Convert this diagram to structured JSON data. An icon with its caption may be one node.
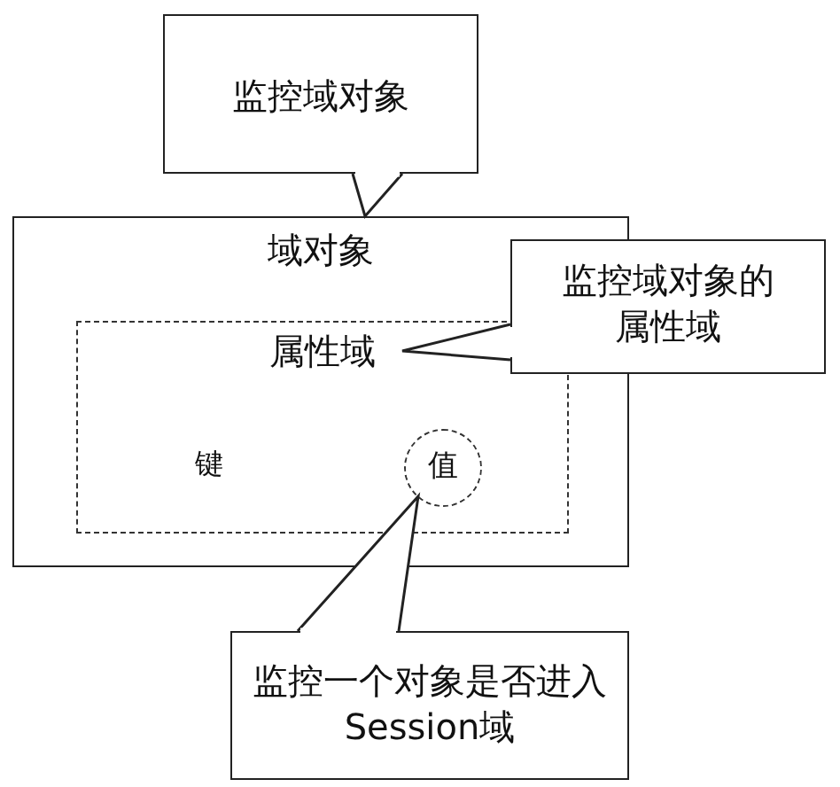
{
  "diagram": {
    "nodes": [
      {
        "text": [
          "监控域对象"
        ]
      },
      {
        "text": [
          "域对象"
        ]
      },
      {
        "text": [
          "属性域"
        ],
        "in": 1
      },
      {
        "text": [
          "值"
        ],
        "in": 2
      },
      {
        "text": [
          "监控域对象的属性域"
        ]
      },
      {
        "text": [
          "监控一个对象是否进入Session域"
        ]
      }
    ],
    "edges": [
      {
        "from": 0,
        "to": 1,
        "arrow": "none"
      },
      {
        "from": 4,
        "to": 2,
        "arrow": "none"
      },
      {
        "from": 5,
        "to": 3,
        "arrow": "none"
      }
    ],
    "labels": [
      "键"
    ]
  }
}
